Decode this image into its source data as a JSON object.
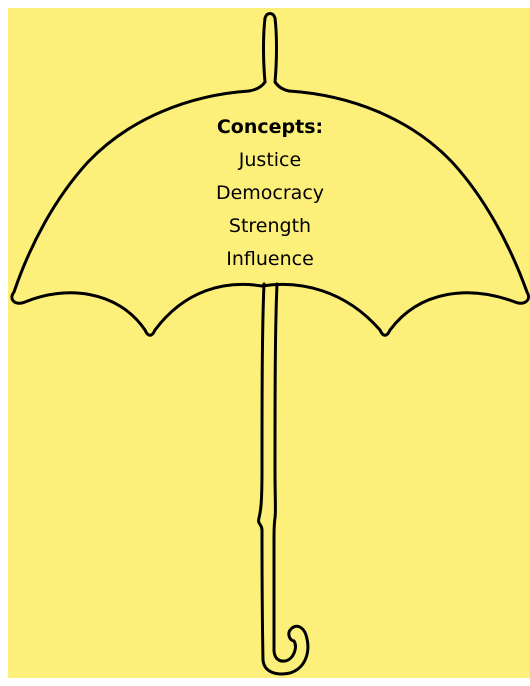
{
  "colors": {
    "background": "#fdf07a",
    "stroke": "#000000"
  },
  "umbrella": {
    "heading": "Concepts:",
    "concepts": [
      "Justice",
      "Democracy",
      "Strength",
      "Influence"
    ]
  }
}
